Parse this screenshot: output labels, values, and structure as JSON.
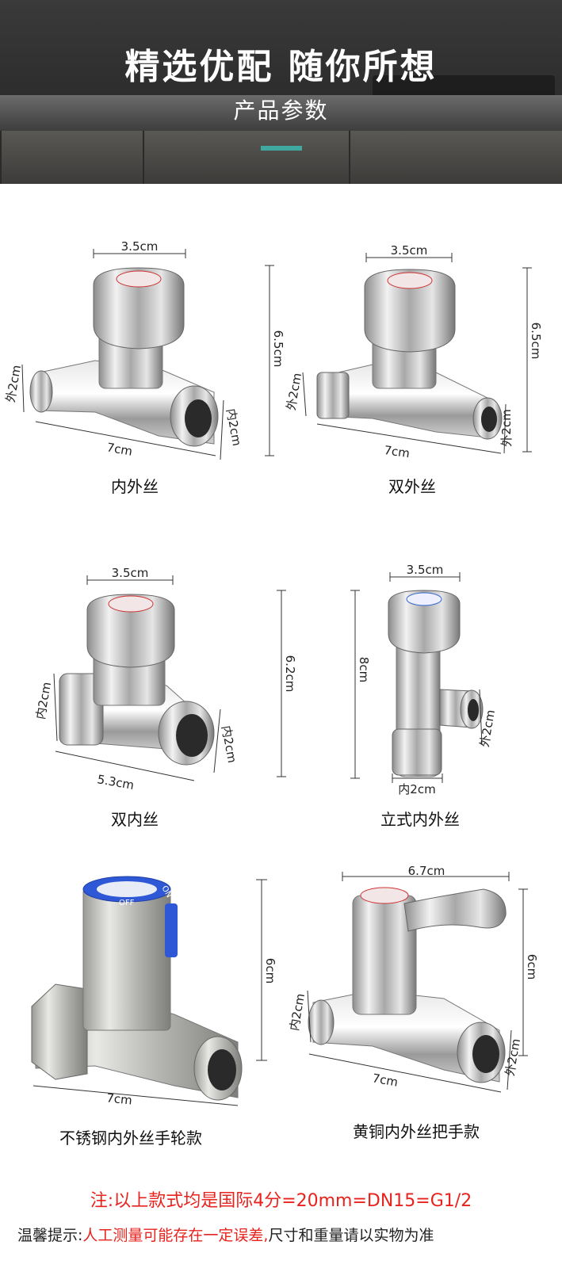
{
  "banner": {
    "title": "精选优配 随你所想",
    "subtitle": "产品参数",
    "accent_color": "#3fa9a0"
  },
  "products": [
    {
      "caption": "内外丝",
      "dims": {
        "top": "3.5cm",
        "height": "6.5cm",
        "left": "外2cm",
        "right": "内2cm",
        "bottom": "7cm"
      }
    },
    {
      "caption": "双外丝",
      "dims": {
        "top": "3.5cm",
        "height": "6.5cm",
        "left": "外2cm",
        "right": "外2cm",
        "bottom": "7cm"
      }
    },
    {
      "caption": "双内丝",
      "dims": {
        "top": "3.5cm",
        "height": "6.2cm",
        "left": "内2cm",
        "right": "内2cm",
        "bottom": "5.3cm"
      }
    },
    {
      "caption": "立式内外丝",
      "dims": {
        "top": "3.5cm",
        "height": "8cm",
        "right": "外2cm",
        "bottom": "内2cm"
      }
    },
    {
      "caption": "不锈钢内外丝手轮款",
      "dims": {
        "height": "6cm",
        "bottom": "7cm"
      },
      "knob_labels": [
        "ON",
        "OFF"
      ]
    },
    {
      "caption": "黄铜内外丝把手款",
      "dims": {
        "top": "6.7cm",
        "height": "6cm",
        "left": "内2cm",
        "right": "外2cm",
        "bottom": "7cm"
      }
    }
  ],
  "notes": {
    "line1": "注:以上款式均是国际4分=20mm=DN15=G1/2",
    "line2_prefix": "温馨提示:",
    "line2_warn": "人工测量可能存在一定误差,",
    "line2_suffix": "尺寸和重量请以实物为准"
  },
  "colors": {
    "note_red": "#e8221d",
    "knob_blue": "#2f58d6"
  }
}
